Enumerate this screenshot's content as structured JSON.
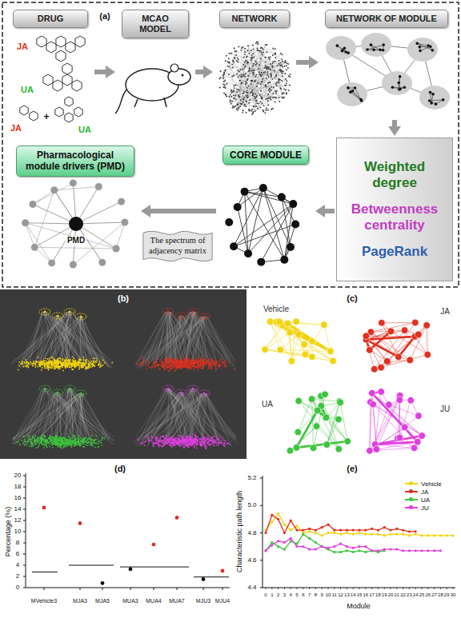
{
  "diagram": {
    "nodes": [
      {
        "text": [
          "DRUG"
        ]
      },
      {
        "text": [
          "MCAO MODEL"
        ]
      },
      {
        "text": [
          "NETWORK"
        ]
      },
      {
        "text": [
          "NETWORK OF MODULE"
        ]
      },
      {
        "text": [
          "Pharmacological module drivers (PMD)"
        ]
      },
      {
        "text": [
          "CORE MODULE"
        ]
      },
      {
        "text": [
          "Weighted degree",
          "Betweenness centrality",
          "PageRank"
        ]
      },
      {
        "text": [
          "The spectrum of adjacency matrix"
        ]
      }
    ],
    "edges": [
      {
        "from": 0,
        "to": 1,
        "arrow": "to"
      },
      {
        "from": 1,
        "to": 2,
        "arrow": "to"
      },
      {
        "from": 2,
        "to": 3,
        "arrow": "to"
      },
      {
        "from": 3,
        "to": 6,
        "arrow": "to"
      },
      {
        "from": 6,
        "to": 5,
        "arrow": "to"
      },
      {
        "from": 5,
        "to": 4,
        "arrow": "to"
      }
    ],
    "labels": [
      "(a)",
      "JA",
      "UA",
      "JA",
      "+",
      "UA",
      "PMD",
      "(b)",
      "(c)",
      "Vehicle",
      "JA",
      "UA",
      "JU",
      "(d)",
      "Percentage (%)",
      "0",
      "2",
      "4",
      "6",
      "8",
      "10",
      "12",
      "14",
      "16",
      "18",
      "20",
      "MVehicle3",
      "MJA3",
      "MJA5",
      "MUA3",
      "MUA4",
      "MUA7",
      "MJU3",
      "MJU4",
      "(e)",
      "Characteristic path length",
      "4.4",
      "4.6",
      "4.8",
      "5.0",
      "5.2",
      "0",
      "1",
      "2",
      "3",
      "4",
      "5",
      "6",
      "7",
      "8",
      "9",
      "10",
      "11",
      "12",
      "13",
      "14",
      "15",
      "16",
      "17",
      "18",
      "19",
      "20",
      "21",
      "22",
      "23",
      "24",
      "25",
      "26",
      "27",
      "28",
      "29",
      "30",
      "Module"
    ],
    "legend": [
      {
        "text": "Vehicle",
        "color": "#f2d40f"
      },
      {
        "text": "JA",
        "color": "#e0301e"
      },
      {
        "text": "UA",
        "color": "#3ec43e"
      },
      {
        "text": "JU",
        "color": "#e03ee0"
      }
    ]
  }
}
